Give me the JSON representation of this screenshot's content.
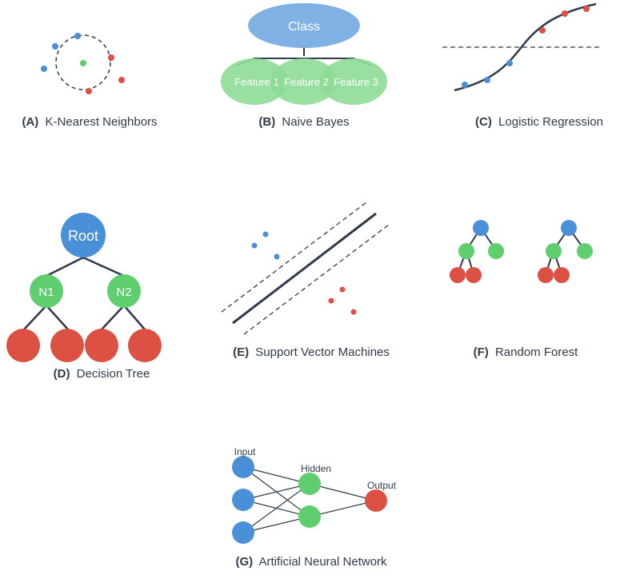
{
  "colors": {
    "blue": "#4a90d9",
    "green": "#5fce6e",
    "red": "#dd5144",
    "line": "#2f3b4c",
    "class_fill": "#7fb1e5",
    "feature_fill": "#8edc95"
  },
  "knn": {
    "letter": "(A)",
    "title": "K-Nearest Neighbors"
  },
  "naive_bayes": {
    "letter": "(B)",
    "title": "Naive Bayes",
    "class_label": "Class",
    "features": [
      "Feature 1",
      "Feature 2",
      "Feature 3"
    ]
  },
  "logistic": {
    "letter": "(C)",
    "title": "Logistic Regression"
  },
  "decision_tree": {
    "letter": "(D)",
    "title": "Decision Tree",
    "root": "Root",
    "n1": "N1",
    "n2": "N2"
  },
  "svm": {
    "letter": "(E)",
    "title": "Support Vector Machines"
  },
  "random_forest": {
    "letter": "(F)",
    "title": "Random Forest"
  },
  "ann": {
    "letter": "(G)",
    "title": "Artificial Neural Network",
    "input_label": "Input",
    "hidden_label": "Hidden",
    "output_label": "Output"
  }
}
